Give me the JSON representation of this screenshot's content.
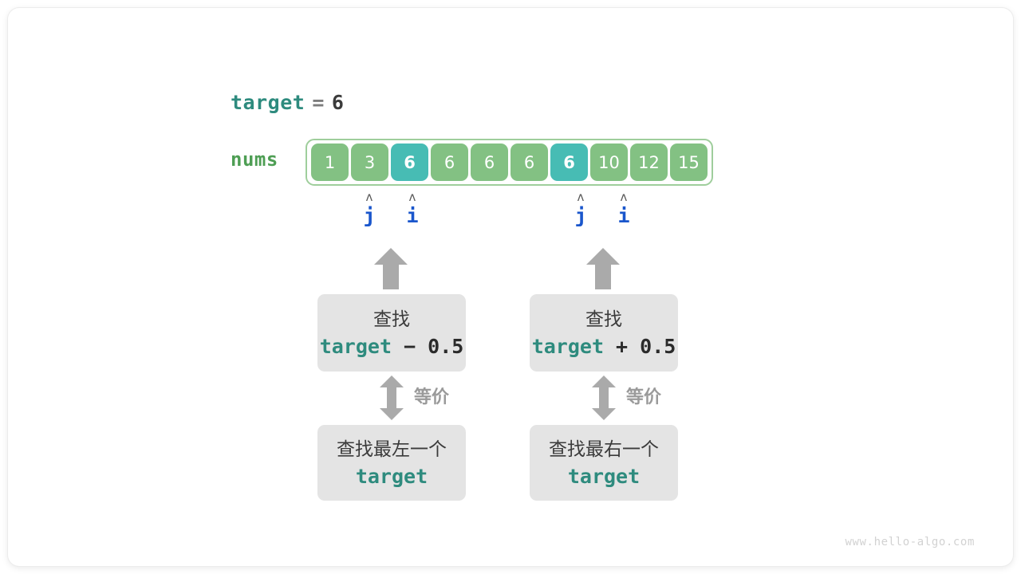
{
  "diagram": {
    "title_line": {
      "variable": "target",
      "operator": "=",
      "value": "6"
    },
    "array": {
      "label": "nums",
      "cells": [
        {
          "value": "1",
          "state": "normal"
        },
        {
          "value": "3",
          "state": "normal"
        },
        {
          "value": "6",
          "state": "highlight"
        },
        {
          "value": "6",
          "state": "normal"
        },
        {
          "value": "6",
          "state": "normal"
        },
        {
          "value": "6",
          "state": "normal"
        },
        {
          "value": "6",
          "state": "highlight"
        },
        {
          "value": "10",
          "state": "normal"
        },
        {
          "value": "12",
          "state": "normal"
        },
        {
          "value": "15",
          "state": "normal"
        }
      ]
    },
    "pointers": [
      {
        "name": "j",
        "caret": "ʌ",
        "index": 1
      },
      {
        "name": "i",
        "caret": "ʌ",
        "index": 2
      },
      {
        "name": "j",
        "caret": "ʌ",
        "index": 6
      },
      {
        "name": "i",
        "caret": "ʌ",
        "index": 7
      }
    ],
    "branches": [
      {
        "id": "left",
        "upper_box": {
          "line1": "查找",
          "code_var": "target",
          "code_rest": " − 0.5"
        },
        "equiv_label": "等价",
        "lower_box": {
          "line1": "查找最左一个",
          "code_var": "target",
          "code_rest": ""
        }
      },
      {
        "id": "right",
        "upper_box": {
          "line1": "查找",
          "code_var": "target",
          "code_rest": " + 0.5"
        },
        "equiv_label": "等价",
        "lower_box": {
          "line1": "查找最右一个",
          "code_var": "target",
          "code_rest": ""
        }
      }
    ],
    "watermark": "www.hello-algo.com",
    "colors": {
      "cell_normal": "#83c183",
      "cell_highlight": "#47bcb4",
      "array_border": "#9fce9c",
      "var_teal": "#2e8b7e",
      "nums_green": "#4e9e54",
      "pointer_blue": "#1a56cc",
      "box_gray": "#e4e4e4",
      "arrow_gray": "#aaaaaa"
    }
  }
}
